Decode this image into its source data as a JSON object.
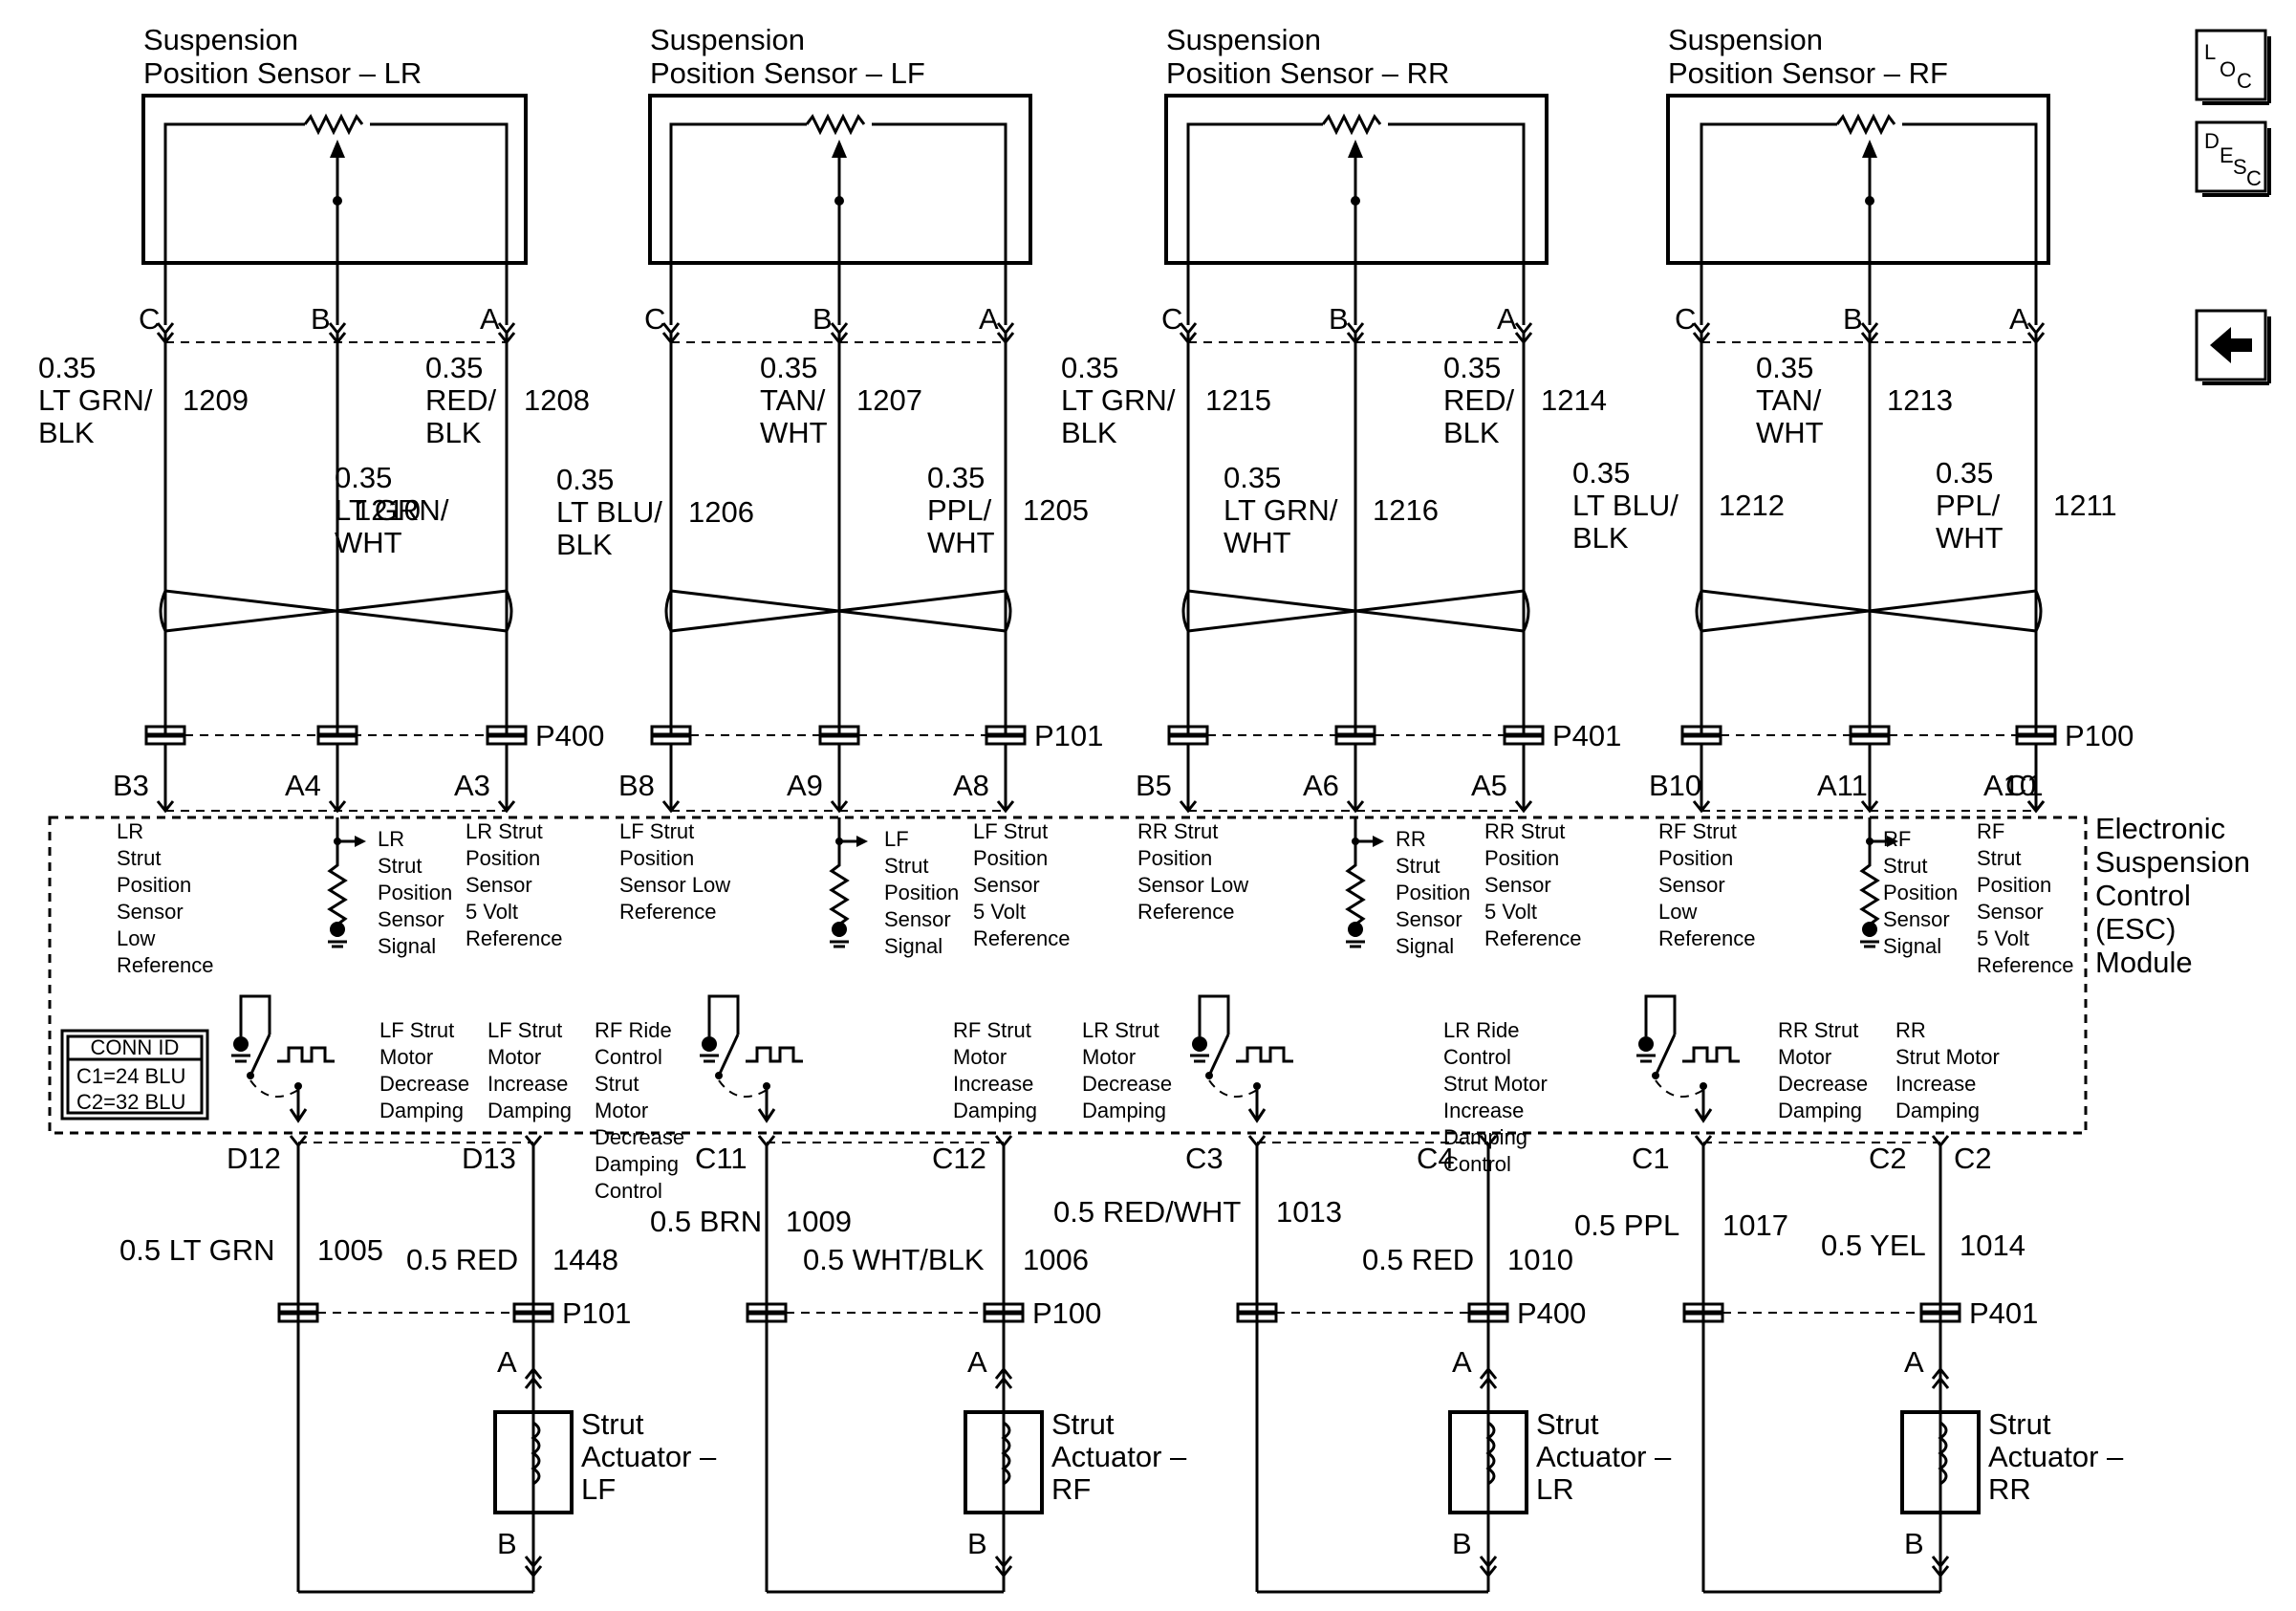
{
  "sensors": [
    {
      "title1": "Suspension",
      "title2": "Position Sensor – LR",
      "pins": [
        "C",
        "B",
        "A"
      ],
      "wireC": {
        "lines": [
          "0.35",
          "LT GRN/",
          "BLK"
        ],
        "circuit": "1209"
      },
      "wireB": {
        "lines": [
          "0.35",
          "LT GRN/",
          "WHT"
        ],
        "circuit": "1210"
      },
      "wireA": {
        "lines": [
          "0.35",
          "RED/",
          "BLK"
        ],
        "circuit": "1208"
      },
      "connector": "P400",
      "esc_pins": [
        "B3",
        "A4",
        "A3"
      ],
      "desc_low": [
        "LR",
        "Strut",
        "Position",
        "Sensor",
        "Low",
        "Reference"
      ],
      "desc_signal": [
        "LR",
        "Strut",
        "Position",
        "Sensor",
        "Signal"
      ],
      "desc_ref": [
        "LR Strut",
        "Position",
        "Sensor",
        "5 Volt",
        "Reference"
      ]
    },
    {
      "title1": "Suspension",
      "title2": "Position Sensor – LF",
      "pins": [
        "C",
        "B",
        "A"
      ],
      "wireC": {
        "lines": [
          "0.35",
          "LT BLU/",
          "BLK"
        ],
        "circuit": "1206"
      },
      "wireB": {
        "lines": [
          "0.35",
          "TAN/",
          "WHT"
        ],
        "circuit": "1207"
      },
      "wireA": {
        "lines": [
          "0.35",
          "PPL/",
          "WHT"
        ],
        "circuit": "1205"
      },
      "connector": "P101",
      "esc_pins": [
        "B8",
        "A9",
        "A8"
      ],
      "desc_low": [
        "LF Strut",
        "Position",
        "Sensor Low",
        "Reference"
      ],
      "desc_signal": [
        "LF",
        "Strut",
        "Position",
        "Sensor",
        "Signal"
      ],
      "desc_ref": [
        "LF Strut",
        "Position",
        "Sensor",
        "5 Volt",
        "Reference"
      ]
    },
    {
      "title1": "Suspension",
      "title2": "Position Sensor – RR",
      "pins": [
        "C",
        "B",
        "A"
      ],
      "wireC": {
        "lines": [
          "0.35",
          "LT GRN/",
          "BLK"
        ],
        "circuit": "1215"
      },
      "wireB": {
        "lines": [
          "0.35",
          "LT GRN/",
          "WHT"
        ],
        "circuit": "1216"
      },
      "wireA": {
        "lines": [
          "0.35",
          "RED/",
          "BLK"
        ],
        "circuit": "1214"
      },
      "connector": "P401",
      "esc_pins": [
        "B5",
        "A6",
        "A5"
      ],
      "desc_low": [
        "RR Strut",
        "Position",
        "Sensor Low",
        "Reference"
      ],
      "desc_signal": [
        "RR",
        "Strut",
        "Position",
        "Sensor",
        "Signal"
      ],
      "desc_ref": [
        "RR Strut",
        "Position",
        "Sensor",
        "5 Volt",
        "Reference"
      ]
    },
    {
      "title1": "Suspension",
      "title2": "Position Sensor – RF",
      "pins": [
        "C",
        "B",
        "A"
      ],
      "wireC": {
        "lines": [
          "0.35",
          "LT BLU/",
          "BLK"
        ],
        "circuit": "1212"
      },
      "wireB": {
        "lines": [
          "0.35",
          "TAN/",
          "WHT"
        ],
        "circuit": "1213"
      },
      "wireA": {
        "lines": [
          "0.35",
          "PPL/",
          "WHT"
        ],
        "circuit": "1211"
      },
      "connector": "P100",
      "esc_pins": [
        "B10",
        "A11",
        "A10"
      ],
      "desc_low": [
        "RF Strut",
        "Position",
        "Sensor",
        "Low",
        "Reference"
      ],
      "desc_signal": [
        "RF",
        "Strut",
        "Position",
        "Sensor",
        "Signal"
      ],
      "desc_ref": [
        "RF",
        "Strut",
        "Position",
        "Sensor",
        "5 Volt",
        "Reference"
      ]
    }
  ],
  "module": {
    "c1_pin": "C1",
    "name": [
      "Electronic",
      "Suspension",
      "Control",
      "(ESC)",
      "Module"
    ],
    "conn_id": {
      "title": "CONN ID",
      "c1": "C1=24 BLU",
      "c2": "C2=32 BLU"
    }
  },
  "actuators": [
    {
      "name": [
        "Strut",
        "Actuator –",
        "LF"
      ],
      "pinA": "A",
      "pinB": "B",
      "connector": "P101",
      "left": {
        "pin": "D12",
        "wire": "0.5 LT GRN",
        "circuit": "1005"
      },
      "right": {
        "pin": "D13",
        "wire": "0.5 RED",
        "circuit": "1448"
      },
      "desc_left": [
        "LF Strut",
        "Motor",
        "Decrease",
        "Damping"
      ],
      "desc_right": [
        "LF Strut",
        "Motor",
        "Increase",
        "Damping"
      ]
    },
    {
      "name": [
        "Strut",
        "Actuator –",
        "RF"
      ],
      "pinA": "A",
      "pinB": "B",
      "connector": "P100",
      "left": {
        "pin": "C11",
        "wire": "0.5 BRN",
        "circuit": "1009"
      },
      "right": {
        "pin": "C12",
        "wire": "0.5 WHT/BLK",
        "circuit": "1006"
      },
      "desc_left": [
        "RF Ride",
        "Control",
        "Strut",
        "Motor",
        "Decrease",
        "Damping",
        "Control"
      ],
      "desc_right": [
        "RF Strut",
        "Motor",
        "Increase",
        "Damping"
      ]
    },
    {
      "name": [
        "Strut",
        "Actuator –",
        "LR"
      ],
      "pinA": "A",
      "pinB": "B",
      "connector": "P400",
      "left": {
        "pin": "C3",
        "wire": "0.5 RED/WHT",
        "circuit": "1013"
      },
      "right": {
        "pin": "C4",
        "wire": "0.5 RED",
        "circuit": "1010"
      },
      "desc_left": [
        "LR Strut",
        "Motor",
        "Decrease",
        "Damping"
      ],
      "desc_right": [
        "LR Ride",
        "Control",
        "Strut Motor",
        "Increase",
        "Damping",
        "Control"
      ]
    },
    {
      "name": [
        "Strut",
        "Actuator –",
        "RR"
      ],
      "pinA": "A",
      "pinB": "B",
      "connector": "P401",
      "left": {
        "pin": "C1",
        "wire": "0.5 PPL",
        "circuit": "1017"
      },
      "right": {
        "pin": "C2",
        "wire": "0.5 YEL",
        "circuit": "1014"
      },
      "right_pin2": "C2",
      "desc_left": [
        "RR Strut",
        "Motor",
        "Decrease",
        "Damping"
      ],
      "desc_right": [
        "RR",
        "Strut Motor",
        "Increase",
        "Damping"
      ]
    }
  ],
  "side_buttons": {
    "loc": {
      "l": "L",
      "o": "O",
      "c": "C"
    },
    "desc": {
      "d": "D",
      "e": "E",
      "s": "S",
      "c": "C"
    },
    "back_icon": "arrow-left-icon"
  },
  "colors": {
    "line": "#000000",
    "background": "#ffffff"
  }
}
